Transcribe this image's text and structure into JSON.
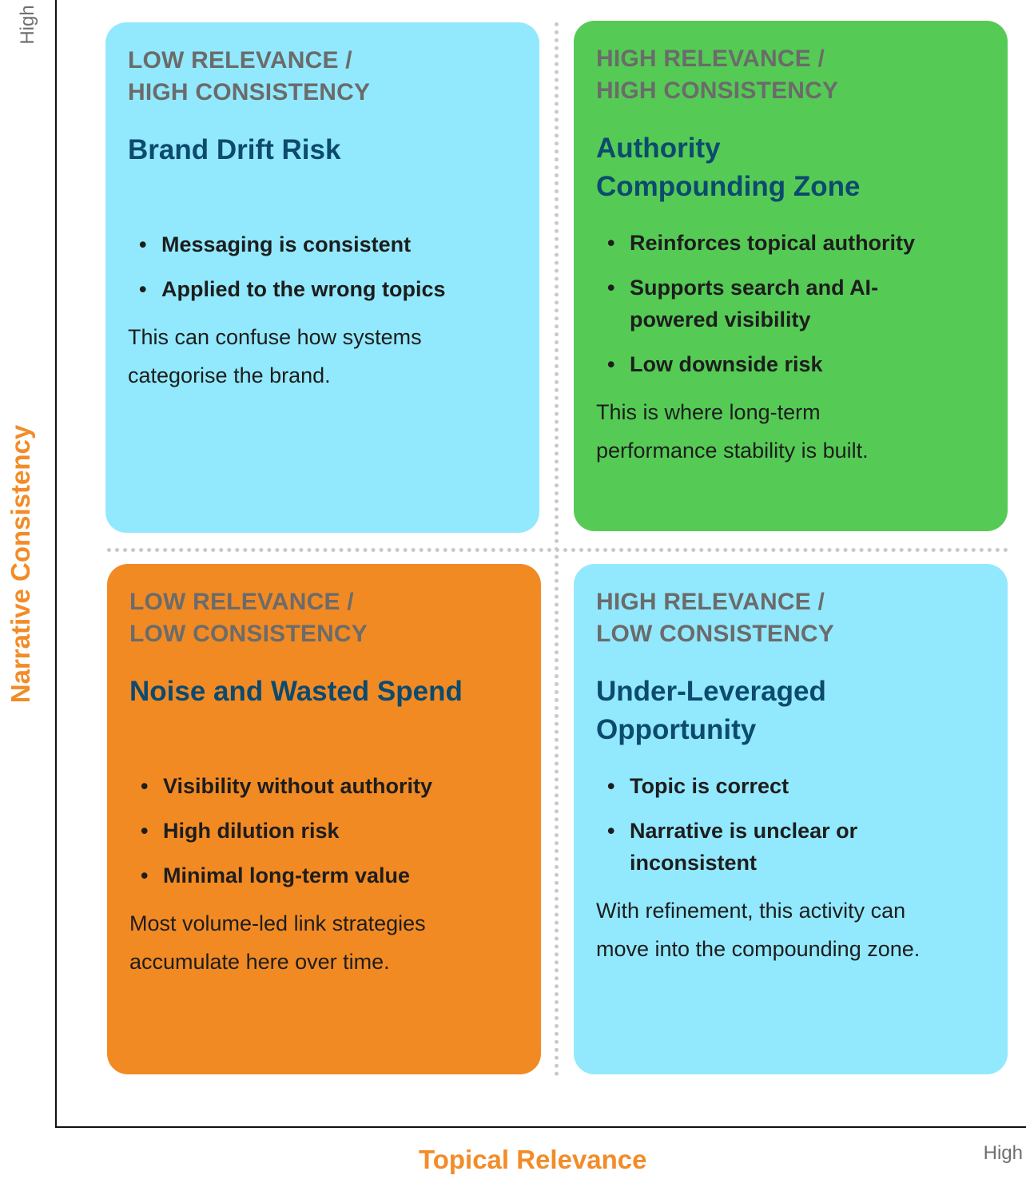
{
  "axes": {
    "y_title": "Narrative Consistency",
    "x_title": "Topical Relevance",
    "y_high": "High",
    "x_high": "High"
  },
  "quadrants": {
    "top_left": {
      "label": [
        "LOW RELEVANCE /",
        "HIGH CONSISTENCY"
      ],
      "title": [
        "Brand Drift Risk"
      ],
      "bullets": [
        "Messaging is consistent",
        "Applied to the wrong topics"
      ],
      "description": [
        "This can confuse how systems",
        "categorise the brand."
      ],
      "color": "#92e9fd"
    },
    "top_right": {
      "label": [
        "HIGH RELEVANCE /",
        "HIGH CONSISTENCY"
      ],
      "title": [
        "Authority",
        "Compounding Zone"
      ],
      "bullets": [
        "Reinforces topical authority",
        "Supports search and AI-powered visibility",
        "Low downside risk"
      ],
      "description": [
        "This is where long-term",
        "performance stability is built."
      ],
      "color": "#55cb55"
    },
    "bottom_left": {
      "label": [
        "LOW RELEVANCE /",
        "LOW CONSISTENCY"
      ],
      "title": [
        "Noise and Wasted Spend"
      ],
      "bullets": [
        "Visibility without authority",
        "High dilution risk",
        "Minimal long-term value"
      ],
      "description": [
        "Most volume-led link strategies",
        "accumulate here over time."
      ],
      "color": "#f28a23"
    },
    "bottom_right": {
      "label": [
        "HIGH RELEVANCE /",
        "LOW CONSISTENCY"
      ],
      "title": [
        "Under-Leveraged",
        "Opportunity"
      ],
      "bullets": [
        "Topic is correct",
        "Narrative is unclear or inconsistent"
      ],
      "description": [
        "With refinement, this activity can",
        "move into the compounding zone."
      ],
      "color": "#92e9fd"
    }
  },
  "colors": {
    "axis_title": "#f28c28",
    "quadrant_title": "#0c4a6e",
    "quadrant_label": "#6b6b6b"
  }
}
